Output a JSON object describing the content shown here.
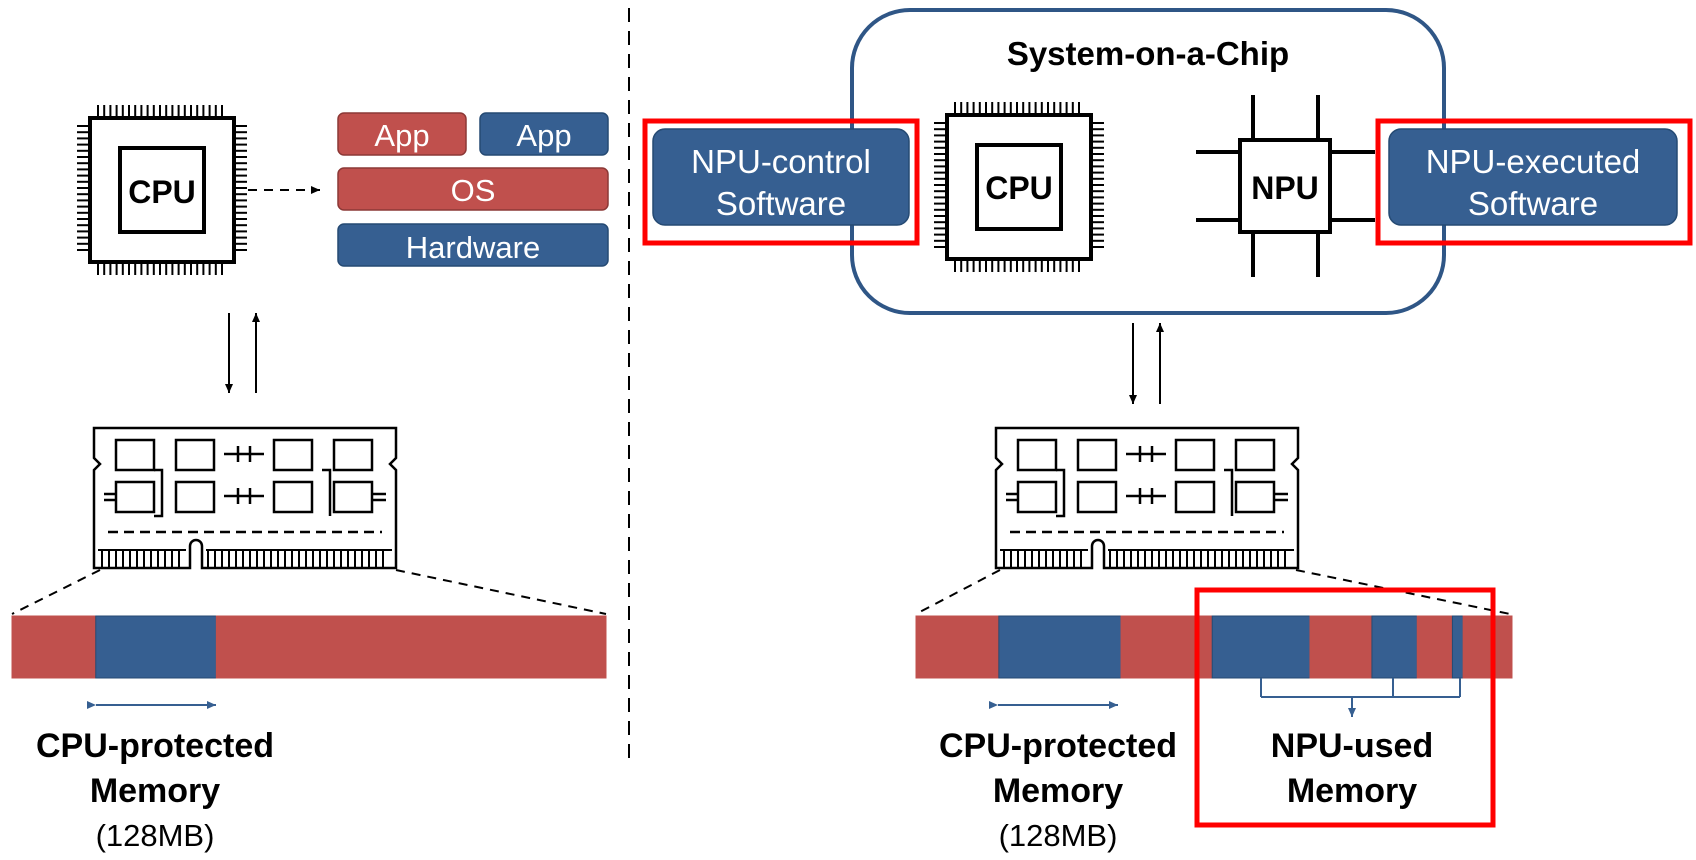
{
  "colors": {
    "red": "#c0504d",
    "blue": "#365f91",
    "box_stroke": "#254a73",
    "highlight": "#ff0000",
    "line": "#000000",
    "soc_border": "#2f5686"
  },
  "left": {
    "cpu_label": "CPU",
    "stack": {
      "app_red": "App",
      "app_blue": "App",
      "os": "OS",
      "hardware": "Hardware"
    },
    "memory_bar": [
      {
        "color": "red",
        "fraction": 0.141
      },
      {
        "color": "blue",
        "fraction": 0.203
      },
      {
        "color": "red",
        "fraction": 0.656
      }
    ],
    "protected_label_line1": "CPU-protected",
    "protected_label_line2": "Memory",
    "protected_size": "(128MB)"
  },
  "right": {
    "soc_title": "System-on-a-Chip",
    "cpu_label": "CPU",
    "npu_label": "NPU",
    "npu_control_line1": "NPU-control",
    "npu_control_line2": "Software",
    "npu_executed_line1": "NPU-executed",
    "npu_executed_line2": "Software",
    "memory_bar": [
      {
        "color": "red",
        "fraction": 0.139
      },
      {
        "color": "blue",
        "fraction": 0.205
      },
      {
        "color": "red",
        "fraction": 0.153
      },
      {
        "color": "blue",
        "fraction": 0.164
      },
      {
        "color": "red",
        "fraction": 0.104
      },
      {
        "color": "blue",
        "fraction": 0.076
      },
      {
        "color": "red",
        "fraction": 0.059
      },
      {
        "color": "blue",
        "fraction": 0.018
      },
      {
        "color": "red",
        "fraction": 0.082
      }
    ],
    "protected_label_line1": "CPU-protected",
    "protected_label_line2": "Memory",
    "protected_size": "(128MB)",
    "npu_used_line1": "NPU-used",
    "npu_used_line2": "Memory"
  }
}
